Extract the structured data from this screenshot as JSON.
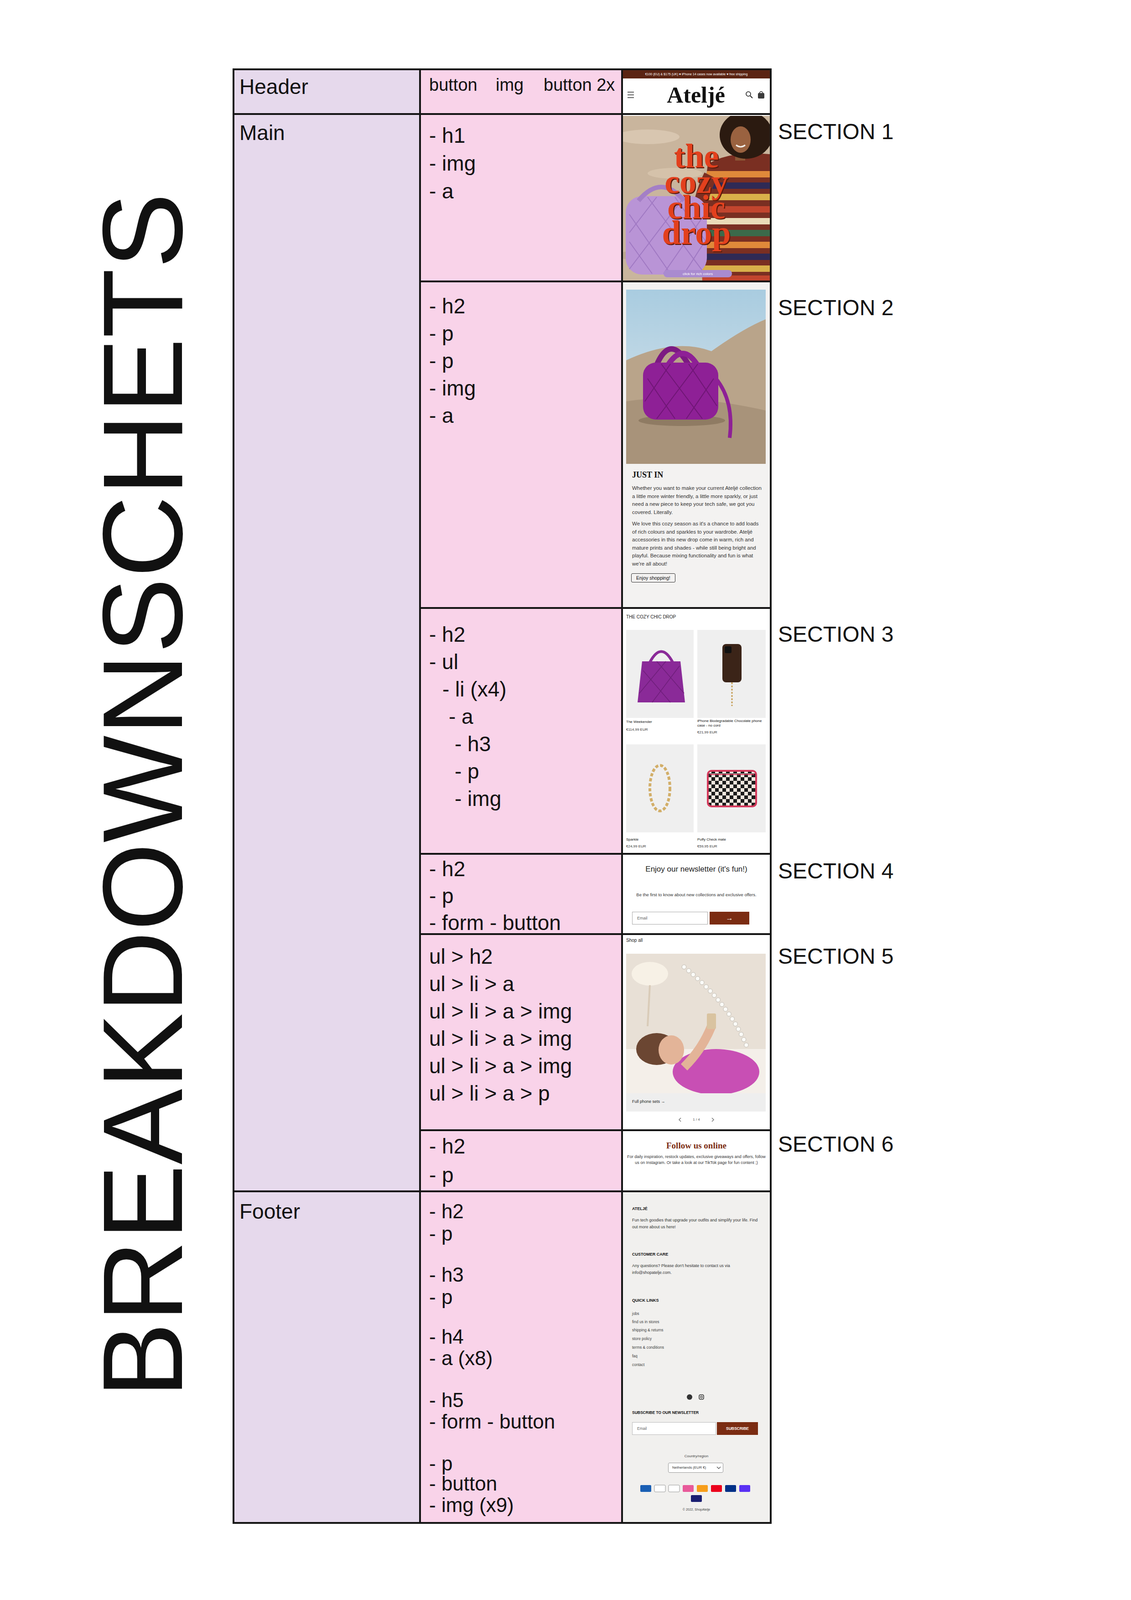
{
  "diagram": {
    "title": "BREAKDOWNSCHETS",
    "nodes": [
      {
        "text": [
          "Header"
        ]
      },
      {
        "text": [
          "button",
          "img",
          "button 2x"
        ]
      },
      {
        "text": [
          "€100 (EU) & $175 (UK) ♥ iPhone 14 cases now available ♥ free shipping",
          "Ateljé"
        ]
      },
      {
        "text": [
          "Main"
        ]
      },
      {
        "text": [
          "- h1",
          "- img",
          "- a"
        ]
      },
      {
        "text": [
          "the cozy chic drop",
          "click for rich colors"
        ]
      },
      {
        "text": [
          "- h2",
          "- p",
          "- p",
          "- img",
          "- a"
        ]
      },
      {
        "text": [
          "JUST IN",
          "Whether you want to make your current Ateljé collection a little more winter friendly, a little more sparkly, or just need a new piece to keep your tech safe, we got you covered. Literally.",
          "We love this cozy season as it's a chance to add loads of rich colours and sparkles to your wardrobe. Ateljé accessories in this new drop come in warm, rich and mature prints and shades - while still being bright and playful. Because mixing functionality and fun is what we're all about!",
          "Enjoy shopping!"
        ]
      },
      {
        "text": [
          "- h2",
          "- ul",
          "- li (x4)",
          "- a",
          "- h3",
          "- p",
          "- img"
        ]
      },
      {
        "text": [
          "THE COZY CHIC DROP",
          "The Weekender",
          "€114,99 EUR",
          "iPhone Biodegradable Chocolate phone case - no cord",
          "€21,99 EUR",
          "Sparkle",
          "€24,99 EUR",
          "Puffy Check mate",
          "€59,95 EUR"
        ]
      },
      {
        "text": [
          "- h2",
          "- p",
          "- form - button"
        ]
      },
      {
        "text": [
          "Enjoy our newsletter (it's fun!)",
          "Be the first to know about new collections and exclusive offers.",
          "Email",
          "→"
        ]
      },
      {
        "text": [
          "ul > h2",
          "ul > li > a",
          "ul > li > a > img",
          "ul > li > a > img",
          "ul > li > a > img",
          "ul > li > a > p"
        ]
      },
      {
        "text": [
          "Shop all",
          "Full phone sets →",
          "1 / 4"
        ]
      },
      {
        "text": [
          "- h2",
          "- p"
        ]
      },
      {
        "text": [
          "Follow us online",
          "For daily inspiration, restock updates, exclusive giveaways and offers, follow us on Instagram. Or take a look at our TikTok page for fun content ;)"
        ]
      },
      {
        "text": [
          "Footer"
        ]
      },
      {
        "text": [
          "- h2",
          "- p",
          "- h3",
          "- p",
          "- h4",
          "- a (x8)",
          "- h5",
          "- form - button",
          "- p",
          "- button",
          "- img (x9)"
        ]
      },
      {
        "text": [
          "ATELJÉ",
          "Fun tech goodies that upgrade your outfits and simplify your life. Find out more about us here!",
          "CUSTOMER CARE",
          "Any questions? Please don't hesitate to contact us via info@shopatelje.com.",
          "QUICK LINKS",
          "jobs",
          "find us in stores",
          "shipping & returns",
          "store policy",
          "terms & conditions",
          "faq",
          "contact",
          "SUBSCRIBE TO OUR NEWSLETTER",
          "Email",
          "SUBSCRIBE",
          "Country/region",
          "Netherlands (EUR €)",
          "© 2022, ShopAtelje"
        ]
      }
    ],
    "labels": [
      "SECTION 1",
      "SECTION 2",
      "SECTION 3",
      "SECTION 4",
      "SECTION 5",
      "SECTION 6"
    ]
  }
}
